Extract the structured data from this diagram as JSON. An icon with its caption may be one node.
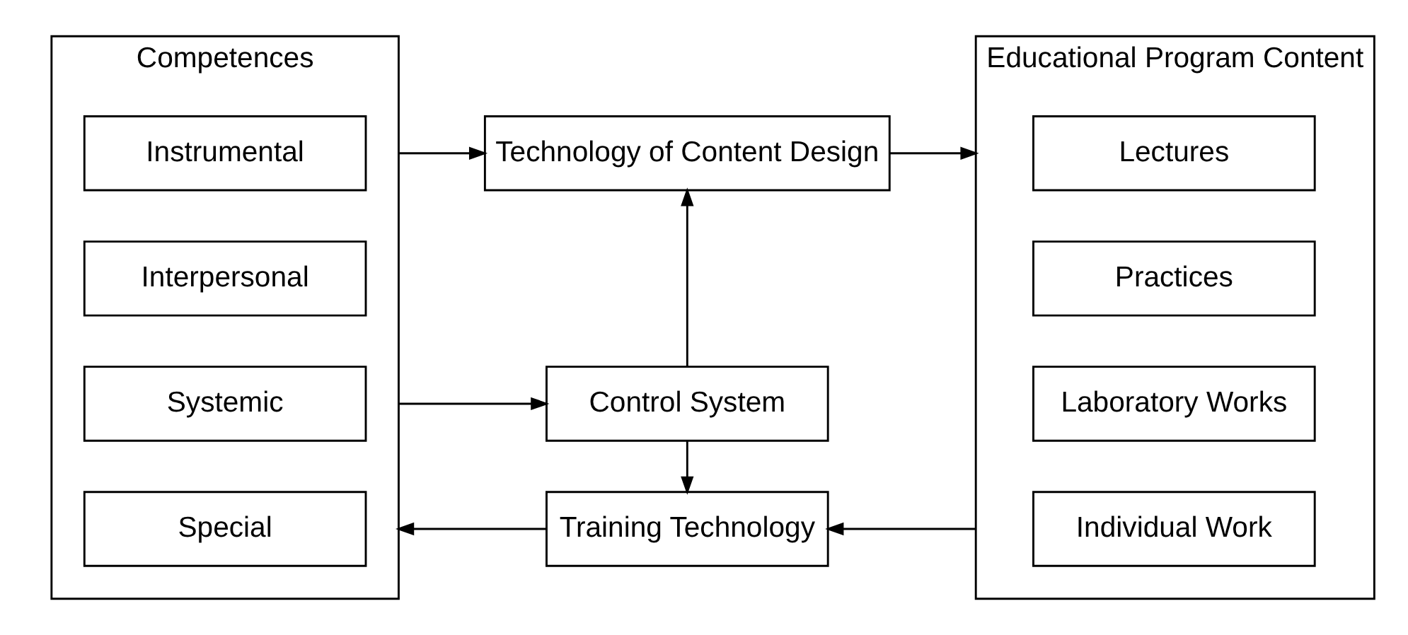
{
  "diagram": {
    "nodes": [
      {
        "text": [
          "Competences"
        ]
      },
      {
        "text": [
          "Instrumental"
        ],
        "in": 0
      },
      {
        "text": [
          "Interpersonal"
        ],
        "in": 0
      },
      {
        "text": [
          "Systemic"
        ],
        "in": 0
      },
      {
        "text": [
          "Special"
        ],
        "in": 0
      },
      {
        "text": [
          "Technology of Content Design"
        ]
      },
      {
        "text": [
          "Control System"
        ]
      },
      {
        "text": [
          "Training Technology"
        ]
      },
      {
        "text": [
          "Educational Program Content"
        ]
      },
      {
        "text": [
          "Lectures"
        ],
        "in": 8
      },
      {
        "text": [
          "Practices"
        ],
        "in": 8
      },
      {
        "text": [
          "Laboratory Works"
        ],
        "in": 8
      },
      {
        "text": [
          "Individual Work"
        ],
        "in": 8
      }
    ],
    "edges": [
      {
        "from": 0,
        "to": 5,
        "arrow": "to"
      },
      {
        "from": 0,
        "to": 6,
        "arrow": "to"
      },
      {
        "from": 5,
        "to": 8,
        "arrow": "to"
      },
      {
        "from": 6,
        "to": 5,
        "arrow": "to"
      },
      {
        "from": 6,
        "to": 7,
        "arrow": "to"
      },
      {
        "from": 7,
        "to": 0,
        "arrow": "to"
      },
      {
        "from": 8,
        "to": 7,
        "arrow": "to"
      }
    ]
  }
}
